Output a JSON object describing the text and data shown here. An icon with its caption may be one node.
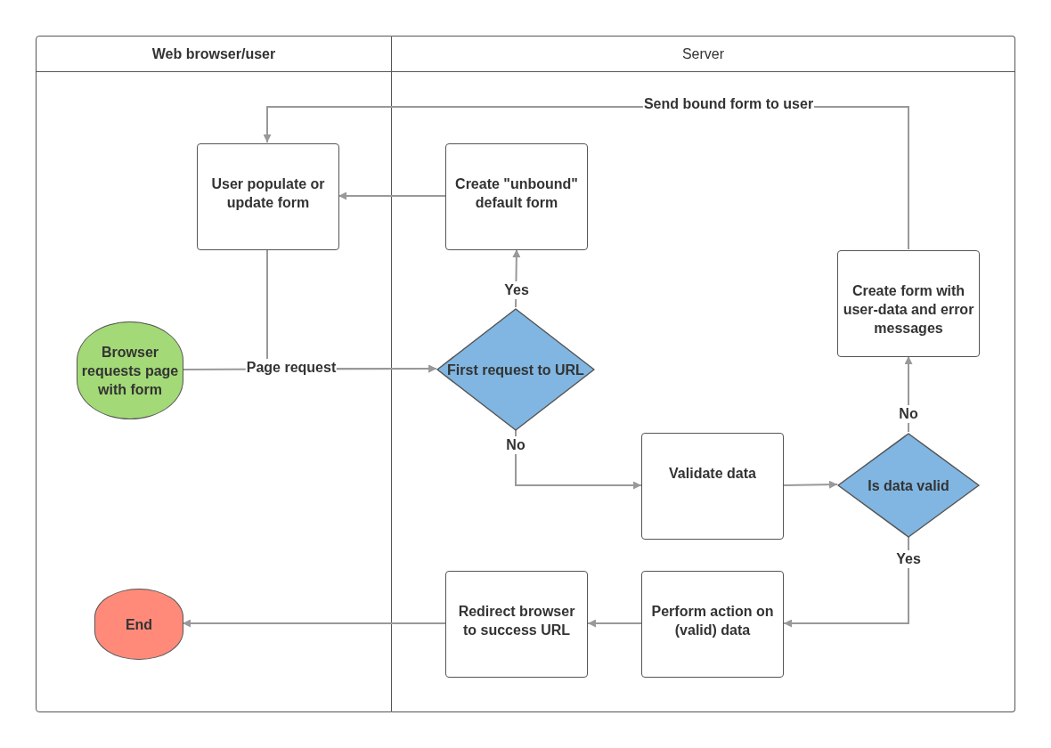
{
  "diagram": {
    "nodes": [
      {
        "text": [
          "Web browser/user"
        ]
      },
      {
        "text": [
          "Server"
        ]
      },
      {
        "text": [
          "User populate or update form"
        ],
        "in": 0
      },
      {
        "text": [
          "Browser requests page with form"
        ],
        "in": 0
      },
      {
        "text": [
          "End"
        ],
        "in": 0
      },
      {
        "text": [
          "Create \"unbound\" default form"
        ],
        "in": 1
      },
      {
        "text": [
          "First request to URL"
        ],
        "in": 1
      },
      {
        "text": [
          "Create form with user-data and error messages"
        ],
        "in": 1
      },
      {
        "text": [
          "Validate data"
        ],
        "in": 1
      },
      {
        "text": [
          "Is data valid"
        ],
        "in": 1
      },
      {
        "text": [
          "Redirect browser to success URL"
        ],
        "in": 1
      },
      {
        "text": [
          "Perform action on (valid) data"
        ],
        "in": 1
      }
    ],
    "edges": [
      {
        "from": 3,
        "to": 6,
        "arrow": "to",
        "label": "Page request"
      },
      {
        "from": 2,
        "to": 6,
        "arrow": "to"
      },
      {
        "from": 5,
        "to": 2,
        "arrow": "to"
      },
      {
        "from": 6,
        "to": 5,
        "arrow": "to",
        "label": "Yes"
      },
      {
        "from": 6,
        "to": 8,
        "arrow": "to",
        "label": "No"
      },
      {
        "from": 8,
        "to": 9,
        "arrow": "to"
      },
      {
        "from": 9,
        "to": 7,
        "arrow": "to",
        "label": "No"
      },
      {
        "from": 7,
        "to": 2,
        "arrow": "to",
        "label": "Send bound form to user"
      },
      {
        "from": 9,
        "to": 11,
        "arrow": "to",
        "label": "Yes"
      },
      {
        "from": 11,
        "to": 10,
        "arrow": "to"
      },
      {
        "from": 10,
        "to": 4,
        "arrow": "to"
      }
    ]
  }
}
